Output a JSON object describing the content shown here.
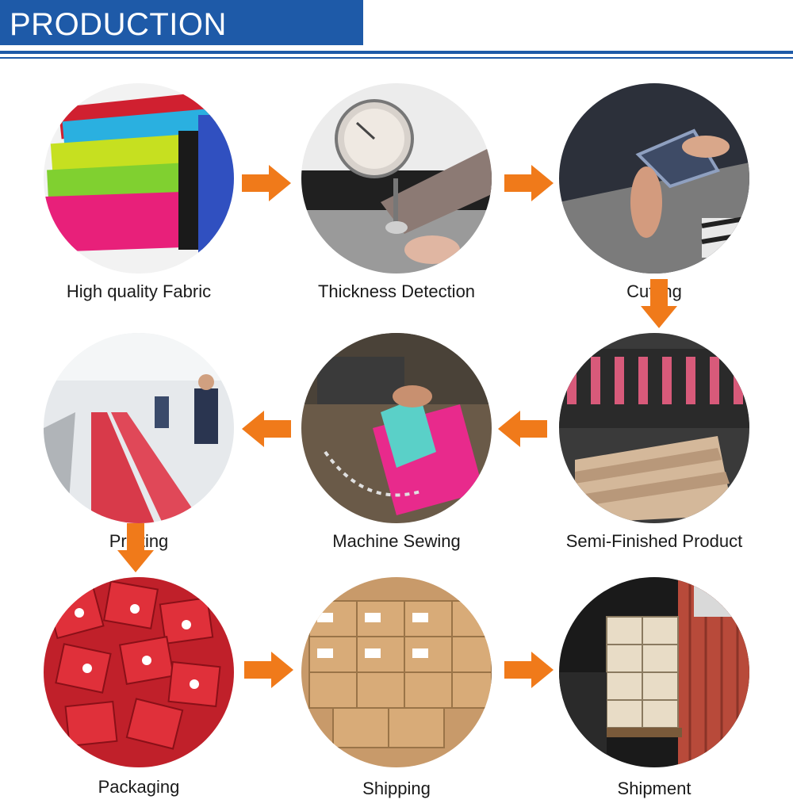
{
  "header": {
    "title": "PRODUCTION PROCES"
  },
  "steps": [
    {
      "label": "High quality Fabric"
    },
    {
      "label": "Thickness Detection"
    },
    {
      "label": "Cutting"
    },
    {
      "label": "Semi-Finished Product"
    },
    {
      "label": "Machine Sewing"
    },
    {
      "label": "Printing"
    },
    {
      "label": "Packaging"
    },
    {
      "label": "Shipping"
    },
    {
      "label": "Shipment"
    }
  ],
  "colors": {
    "header": "#1e5aa8",
    "arrow": "#f07a1a"
  }
}
